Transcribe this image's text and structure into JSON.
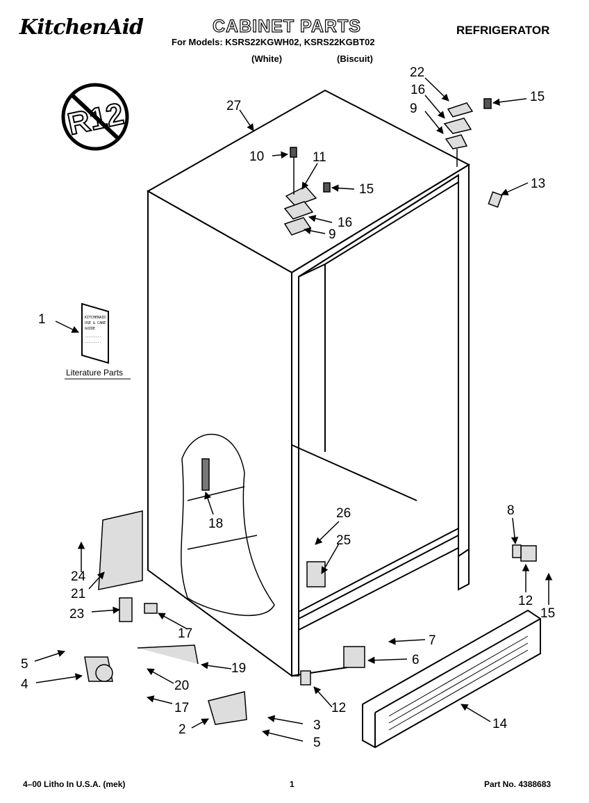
{
  "header": {
    "brand": "KitchenAid",
    "title": "CABINET PARTS",
    "category": "REFRIGERATOR",
    "models_line": "For Models: KSRS22KGWH02, KSRS22KGBT02",
    "variant_a": "(White)",
    "variant_b": "(Biscuit)"
  },
  "badge": {
    "text": "R12",
    "meaning": "no-R12 refrigerant symbol"
  },
  "literature": {
    "caption": "Literature Parts",
    "lines": [
      "KITCHENAID",
      "USE & CARE",
      "GUIDE",
      "--------",
      "--------"
    ]
  },
  "callouts": {
    "c27": "27",
    "c22": "22",
    "c16a": "16",
    "c15a": "15",
    "c9a": "9",
    "c13": "13",
    "c10": "10",
    "c11": "11",
    "c15b": "15",
    "c16b": "16",
    "c9b": "9",
    "c1": "1",
    "c18": "18",
    "c26": "26",
    "c25": "25",
    "c8": "8",
    "c12a": "12",
    "c15c": "15",
    "c24": "24",
    "c21": "21",
    "c23": "23",
    "c17a": "17",
    "c7": "7",
    "c6": "6",
    "c5a": "5",
    "c4": "4",
    "c19": "19",
    "c20": "20",
    "c17b": "17",
    "c12b": "12",
    "c14": "14",
    "c3": "3",
    "c2": "2",
    "c5b": "5"
  },
  "footer": {
    "left": "4–00 Litho In U.S.A. (mek)",
    "page": "1",
    "right": "Part No. 4388683"
  }
}
